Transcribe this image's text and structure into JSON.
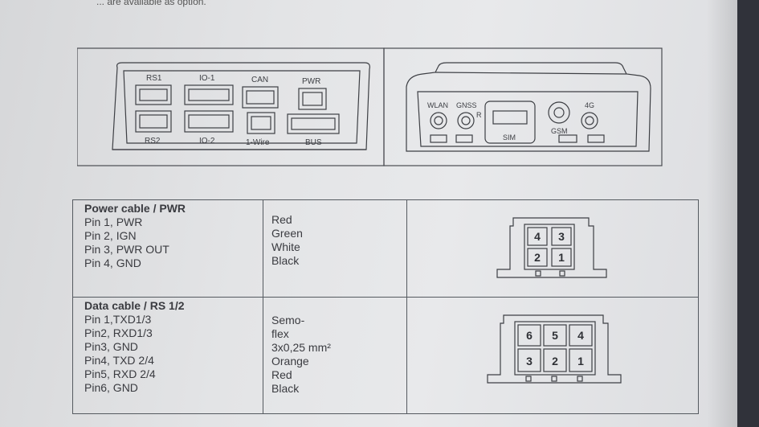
{
  "top_text": "... are available as option.",
  "front_panel": {
    "connectors": [
      "RS1",
      "IO-1",
      "CAN",
      "PWR",
      "RS2",
      "IO-2",
      "1-Wire",
      "BUS"
    ]
  },
  "rear_panel": {
    "labels": [
      "WLAN",
      "GNSS",
      "R",
      "GSM",
      "4G",
      "SIM"
    ]
  },
  "table": {
    "power": {
      "title": "Power cable / PWR",
      "pins": [
        "Pin 1, PWR",
        "Pin 2, IGN",
        "Pin 3, PWR OUT",
        "Pin 4, GND"
      ],
      "colors": [
        "Red",
        "Green",
        "White",
        "Black"
      ],
      "connector_numbers": [
        "4",
        "3",
        "2",
        "1"
      ]
    },
    "data": {
      "title": "Data cable / RS 1/2",
      "pins": [
        "Pin 1,TXD1/3",
        "Pin2, RXD1/3",
        "Pin3, GND",
        "Pin4, TXD 2/4",
        "Pin5, RXD 2/4",
        "Pin6, GND"
      ],
      "colors": [
        "Semo-",
        "flex",
        "3x0,25 mm²",
        "Orange",
        "Red",
        "Black"
      ],
      "connector_numbers": [
        "6",
        "5",
        "4",
        "3",
        "2",
        "1"
      ]
    }
  }
}
